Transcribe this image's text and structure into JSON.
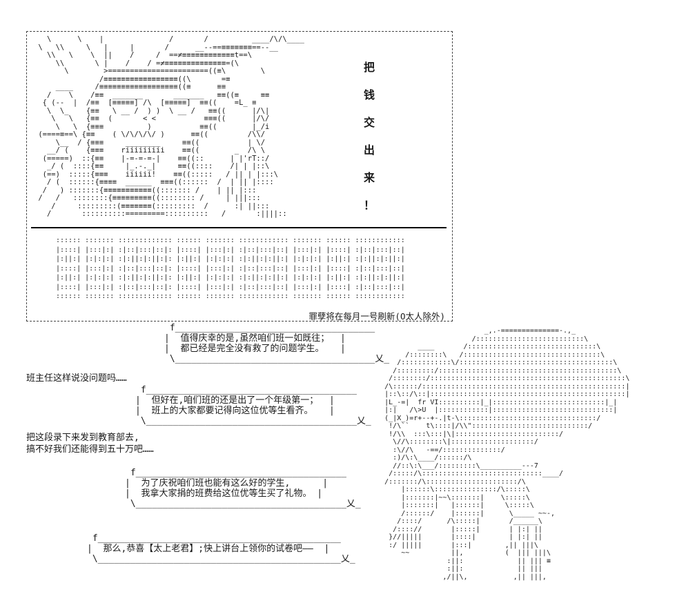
{
  "colors": {
    "background": "#ffffff",
    "ink": "#1a1a1a"
  },
  "panel": {
    "delinquent_art": [
      "   \\      \\    |               /       /          ____/\\/\\____",
      " \\   \\\\     \\   |     |       /      __--==≡≡≡≡≡≡≡==--__",
      "   \\\\   \\    \\  ||    /     /  ==≠≡≡≡≡≡≡≡≡≡≡≡≡t==\\",
      "     \\\\       \\ |    /    / =≠≡≡≡≡≡≡≡≡≡≡≡≡≡≡=(\\",
      "       \\        >=======================((≡\\        \\",
      "               /≡≡≡≡≡≡≡≡≡≡≡≡≡≡≡≡≡((\\       =≡",
      "     ____     /≡≡≡≡≡≡≡≡≡≡≡≡≡≡≡≡≡≡((≡      ≡≡",
      "   /    \\    /≡≡  _______       _______   ≡≡((≡     ≡≡",
      "  { (--  |  /≡≡  [≡≡≡≡≡] /\\  [≡≡≡≡≡]  ≡≡((    =L_ ≡",
      "   \\  \\_    {≡≡   \\ __ /  ) )  \\ __ /   ≡≡((      |/\\|",
      "    \\   \\   {≡≡  (       < <           ≡≡≡((      |/\\/",
      "     \\   \\  {≡≡≡          )           ≡≡((        |_/i",
      " (====≡==\\ {≡≡    ( \\/\\/\\/\\/ )      ≡≡((         /\\\\/",
      "     \\__  / {≡≡≡     ________     ≡≡((           | \\/",
      "   __/ (    {≡≡≡    riiiiiiiii    ≡≡((        _  /\\ \\",
      "  (=====)  ::{≡≡    |-=-=-=-|    ≡≡((::      | |'rT::/",
      "   _/ (  ::::{≡≡     |_.-._|     ≡≡((::::    /| | |::\\",
      "  (==)  :::::{≡≡≡    iiiiii!    ≡≡((:::::   / || | |:::\\",
      "   / (  ::::::{≡≡≡≡  ______  ≡≡≡((::::::  /  | || |::::",
      "  /   ) :::::::{≡≡≡≡≡≡≡≡≡≡≡((::::::: /    | || |:::",
      " /   /   ::::::::{≡≡≡≡≡≡≡≡≡((:::::::: /     | |||:::",
      "    /     :::::::::(≡≡≡≡≡≡≡(:::::::::  /      :| ||:::",
      "   /       ::::::::::=========::::::::::   /       :||||::"
    ],
    "demand_text": [
      "把",
      "钱",
      "交",
      "出",
      "来",
      "！"
    ],
    "banner_art": [
      ":::::: ::::::: ::::::::::::: :::::: ::::::: :::::::::::: ::::::: :::::: ::::::::::::",
      "|::::| |:::|:| :|::|:::|::|: |::::| |:::|:| :|::|:::|::| |:::|:| |::::| :|::|:::|::|",
      "|:||:| |:|:|:| :|:||:|:||:|: |:||:| |:|:|:| :|:||:|:||:| |:|:|:| |:||:| :|:||:|:||:|",
      "|::::| |:::|:| :|::|:::|::|: |::::| |:::|:| :|::|:::|::| |:::|:| |::::| :|::|:::|::|",
      "|:||:| |:|:|:| :|:||:|:||:|: |:||:| |:|:|:| :|:||:|:||:| |:|:|:| |:||:| :|:||:|:||:|",
      "|::::| |:::|:| :|::|:::|::|: |::::| |:::|:| :|::|:::|::| |:::|:| |::::| :|::|:::|::|",
      ":::::: ::::::: ::::::::::::: :::::: ::::::: :::::::::::: ::::::: :::::: ::::::::::::"
    ],
    "caption": "罪孽将在每月一号刷新(O太人除外)"
  },
  "dialogue": {
    "bubble1": [
      " f_____________________________________",
      "|  值得庆幸的是,虽然咱们班一如既往；  |",
      "|  都已经是完全没有救了的问题学生。   |",
      " \\_____________________________________乂_"
    ],
    "narration1": "班主任这样说没问题吗……",
    "bubble2": [
      " f_______________________________________",
      "|  但好在,咱们班的还是出了一个年级第一；  |",
      "|  班上的大家都要记得向这位优等生看齐。   |",
      " \\_______________________________________乂_"
    ],
    "narration2": [
      "把这段录下来发到教育部去,",
      "搞不好我们还能得到五十万吧……"
    ],
    "bubble3": [
      " f_______________________________________",
      "|  为了庆祝咱们班也能有这么好的学生,      |",
      "|  我拿大家捐的班费给这位优等生买了礼物。 |",
      " \\_______________________________________乂_"
    ],
    "bubble4": [
      " f_____________________________________________",
      "|  那么,恭喜【太上老君】;快上讲台上领你的试卷吧——  |",
      " \\_____________________________________________乂_"
    ]
  },
  "right_art": [
    "                               _,.-==============-.,_",
    "                            /::::::::::::::::::::::::::\\",
    "               ____       /:::::::::::::::::::::::::::::::\\",
    "            /::::::::\\   /:::::::::::::::::::::::::::::::::\\",
    "          /::::::::::::\\/:::::::::::::::::::::::::::::::::::::\\",
    "         /:::::::::/:::::::::::::::::::::::::::::::::::::::::::\\",
    "        /::::::::/:::::::::::::::::::::::::::::::::::::::::::::::\\",
    "       /\\::::::/:::::::::::::::::::::::::::::::::::::::::::::::::|",
    "       |::\\::/\\::|:::::::::::::::::::::::::::::::::::::::::::::::|",
    "       |L_-=|  fr VI::::::::::|_|:::::::::::::::::::::::::::|_|",
    "       |:|   /\\>U  |::::::::::::|:::::::::::::::::::::::::::::|",
    "       (_|X_)=r+--+-.|t-\\:::::::::::::::::::::::::::::::::/",
    "        !/\\``    t\\::::|/\\\\\"::::::::::::::::::::::::::::/",
    "        !/\\\\  :::\\:::|\\|:::::::::::::::::::::::::/",
    "         \\//\\::::::::\\|::::::::::::::::::::/",
    "         :\\//\\   -==/::::::::::::::/",
    "         :)/\\:\\____/::::::/\\",
    "         //::\\:\\___/:::::::::\\__________---7",
    "        /:::::/\\:::::::::::::::::::::::::::::____/",
    "       /:::::::/\\::::::::::::::::::::::/\\",
    "           |::::::\\:::::::::::::::/\\:::::\\",
    "           |:::::::|~~\\:::::::|    \\:::::\\",
    "           |:::::::|   |::::::|     \\:::::\\",
    "           /::::::/    |::::::|      \\_____ ~~-,",
    "          /::::/      /\\:::::|       /______\\",
    "         /:::://       |:::::|       | |:| ||",
    "        }//|||||       |::::|        | |:| ||",
    "        :/ |||||       |:::|        ,|| |||\\",
    "           ~~          ||,          (  ||| |||\\",
    "                      :||:             || ||| ≡",
    "                      :||:             || |||",
    "                     ,/||\\,           ,|| |||,"
  ]
}
